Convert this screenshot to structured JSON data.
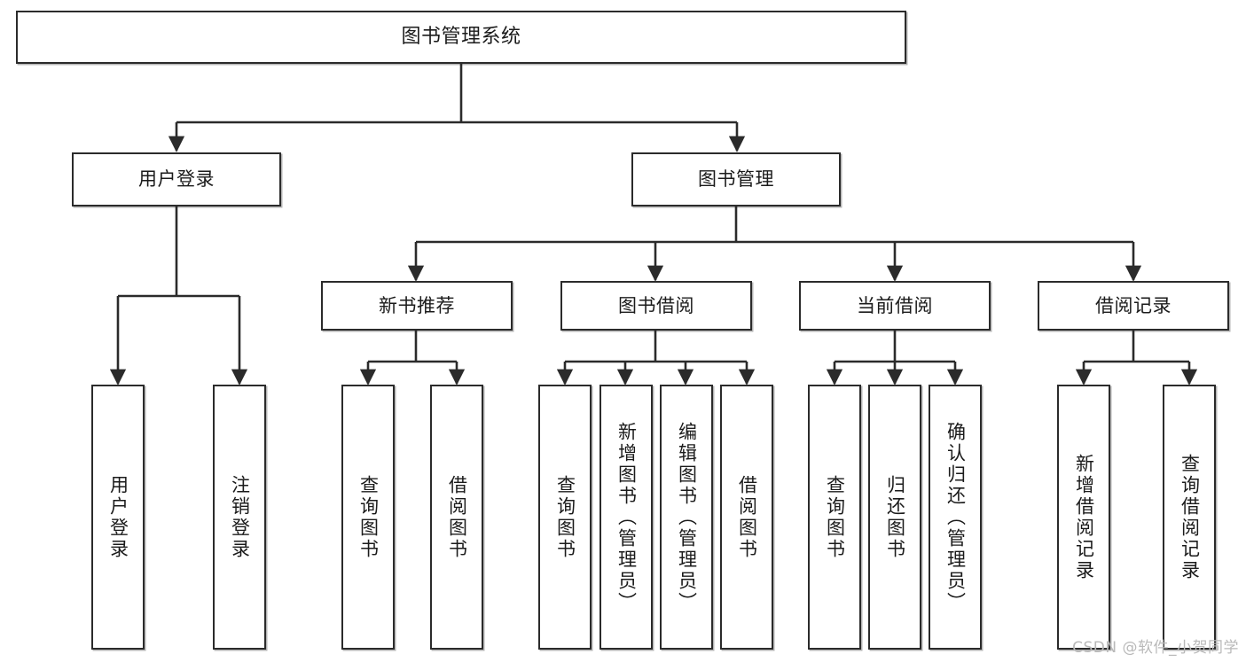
{
  "diagram": {
    "title": "图书管理系统",
    "type": "tree",
    "watermark": "CSDN @软件_小贺同学",
    "colors": {
      "box_border": "#2b2b2b",
      "box_fill": "#ffffff",
      "edge": "#2b2b2b",
      "text": "#1b1b1b",
      "watermark": "#b9b9b9"
    },
    "nodes": {
      "root": {
        "label": "图书管理系统"
      },
      "level2": [
        {
          "id": "user_login",
          "label": "用户登录"
        },
        {
          "id": "book_manage",
          "label": "图书管理"
        }
      ],
      "level3": [
        {
          "id": "new_book_rec",
          "label": "新书推荐"
        },
        {
          "id": "book_borrow",
          "label": "图书借阅"
        },
        {
          "id": "current_borrow",
          "label": "当前借阅"
        },
        {
          "id": "borrow_record",
          "label": "借阅记录"
        }
      ],
      "leaves": [
        {
          "id": "leaf_user_login",
          "label": "用户登录",
          "parent": "user_login"
        },
        {
          "id": "leaf_user_logout",
          "label": "注销登录",
          "parent": "user_login"
        },
        {
          "id": "leaf_query_book_1",
          "label": "查询图书",
          "parent": "new_book_rec"
        },
        {
          "id": "leaf_borrow_book_1",
          "label": "借阅图书",
          "parent": "new_book_rec"
        },
        {
          "id": "leaf_query_book_2",
          "label": "查询图书",
          "parent": "book_borrow"
        },
        {
          "id": "leaf_add_book",
          "label": "新增图书（管理员）",
          "parent": "book_borrow"
        },
        {
          "id": "leaf_edit_book",
          "label": "编辑图书（管理员）",
          "parent": "book_borrow"
        },
        {
          "id": "leaf_borrow_book_2",
          "label": "借阅图书",
          "parent": "book_borrow"
        },
        {
          "id": "leaf_query_book_3",
          "label": "查询图书",
          "parent": "current_borrow"
        },
        {
          "id": "leaf_return_book",
          "label": "归还图书",
          "parent": "current_borrow"
        },
        {
          "id": "leaf_confirm_return",
          "label": "确认归还（管理员）",
          "parent": "current_borrow"
        },
        {
          "id": "leaf_add_record",
          "label": "新增借阅记录",
          "parent": "borrow_record"
        },
        {
          "id": "leaf_query_record",
          "label": "查询借阅记录",
          "parent": "borrow_record"
        }
      ]
    }
  }
}
